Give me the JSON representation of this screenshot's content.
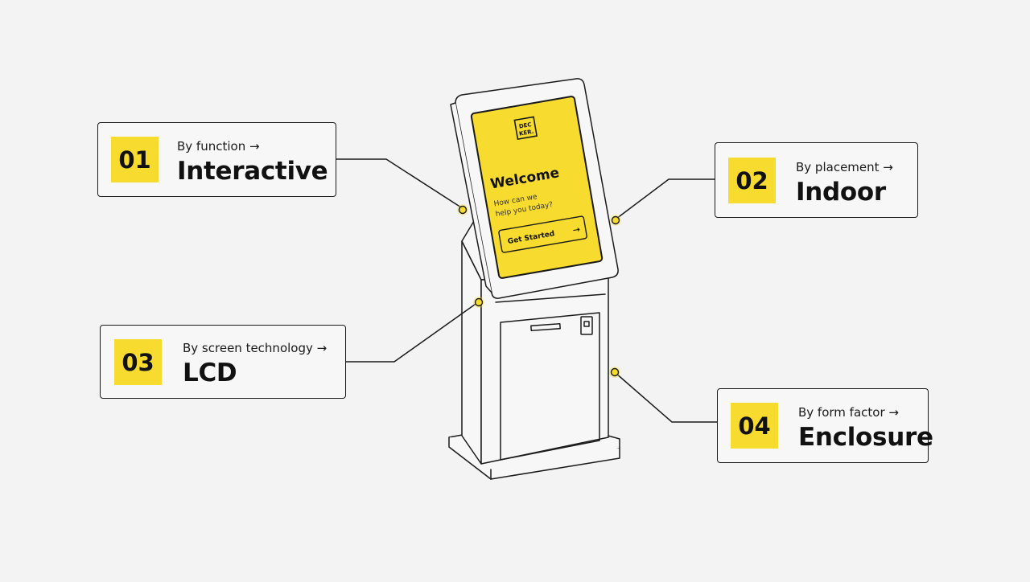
{
  "kiosk_screen": {
    "logo_line1": "DEC",
    "logo_line2": "KER.",
    "welcome": "Welcome",
    "prompt_line1": "How can we",
    "prompt_line2": "help you today?",
    "button_label": "Get Started",
    "button_arrow": "→"
  },
  "callouts": [
    {
      "number": "01",
      "category": "By function →",
      "value": "Interactive"
    },
    {
      "number": "02",
      "category": "By placement →",
      "value": "Indoor"
    },
    {
      "number": "03",
      "category": "By screen technology →",
      "value": "LCD"
    },
    {
      "number": "04",
      "category": "By form factor →",
      "value": "Enclosure"
    }
  ],
  "colors": {
    "background": "#f3f3f3",
    "accent_yellow": "#f7dc2f",
    "stroke": "#1a1a1a"
  }
}
